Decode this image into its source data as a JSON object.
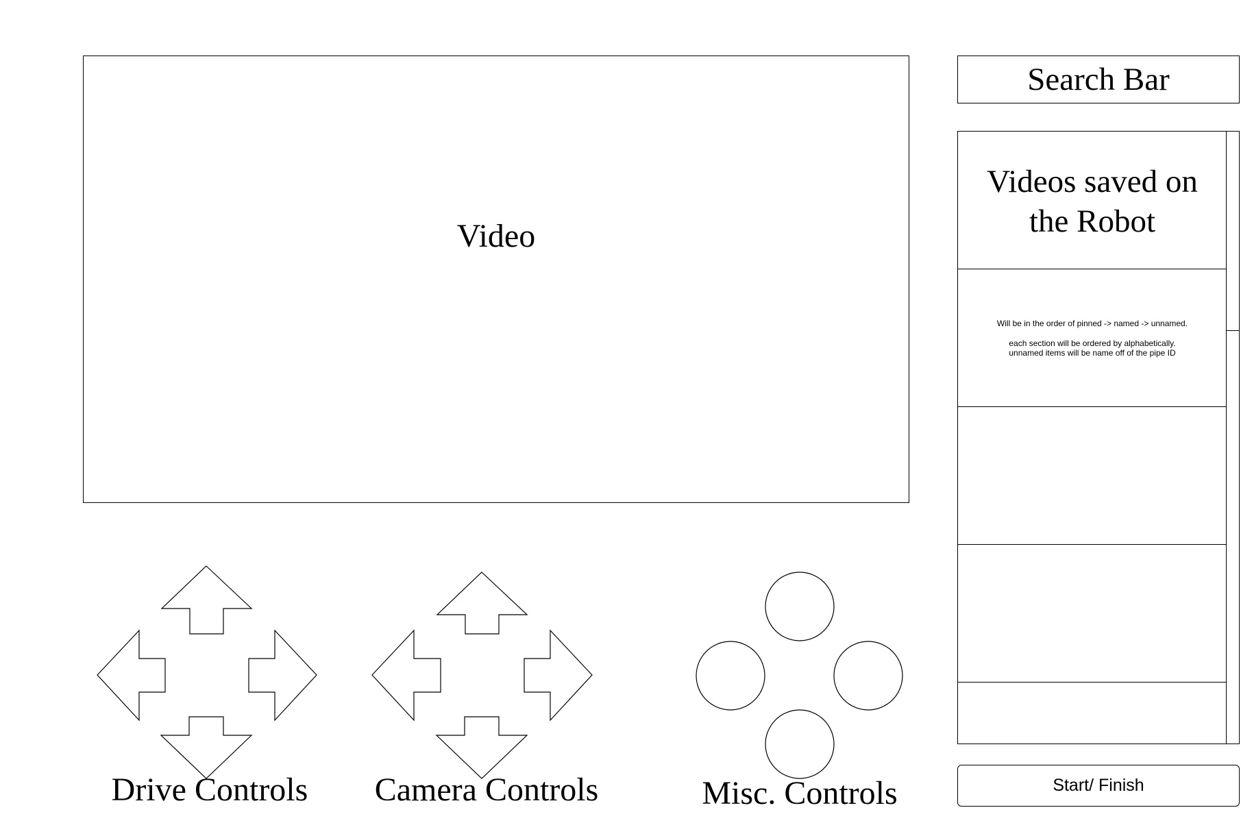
{
  "video": {
    "label": "Video"
  },
  "search": {
    "label": "Search Bar"
  },
  "saved_videos": {
    "title_line1": "Videos saved on",
    "title_line2": "the Robot",
    "note_line1": "Will be in the order of pinned -> named -> unnamed.",
    "note_line2": "each section will be ordered by alphabetically.",
    "note_line3": "unnamed items will be name off of the pipe ID"
  },
  "controls": {
    "drive_label": "Drive Controls",
    "camera_label": "Camera Controls",
    "misc_label": "Misc. Controls"
  },
  "start_button": {
    "label": "Start/ Finish"
  }
}
